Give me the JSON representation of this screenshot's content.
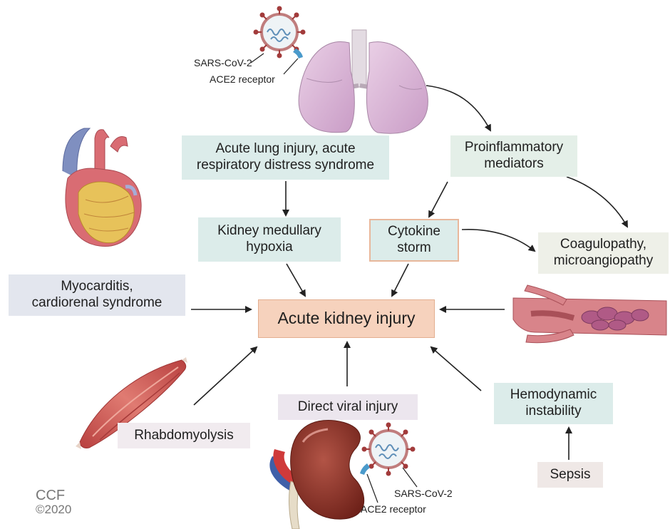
{
  "nodes": {
    "ali_ards": "Acute lung injury, acute\nrespiratory distress syndrome",
    "proinflammatory": "Proinflammatory\nmediators",
    "kidney_hypoxia": "Kidney medullary\nhypoxia",
    "cytokine_storm": "Cytokine\nstorm",
    "coagulopathy": "Coagulopathy,\nmicroangiopathy",
    "myocarditis": "Myocarditis,\ncardiorenal syndrome",
    "aki": "Acute kidney injury",
    "rhabdo": "Rhabdomyolysis",
    "direct_viral": "Direct viral injury",
    "hemodynamic": "Hemodynamic\ninstability",
    "sepsis": "Sepsis"
  },
  "labels": {
    "virus_top": "SARS-CoV-2",
    "ace2_top": "ACE2 receptor",
    "virus_bottom": "SARS-CoV-2",
    "ace2_bottom": "ACE2 receptor"
  },
  "credit": {
    "org": "CCF",
    "year": "©2020"
  },
  "colors": {
    "aki_fill": "#f6d2bd",
    "aki_border": "#e2ae8f",
    "cytokine_border": "#e8b79b",
    "lung": "#dbb8d8",
    "heart": "#d96c73",
    "kidney": "#8c3027",
    "muscle": "#c8524f",
    "vessel": "#d8848a",
    "virus_spike": "#a23b3b",
    "ace2": "#4a9acb"
  }
}
